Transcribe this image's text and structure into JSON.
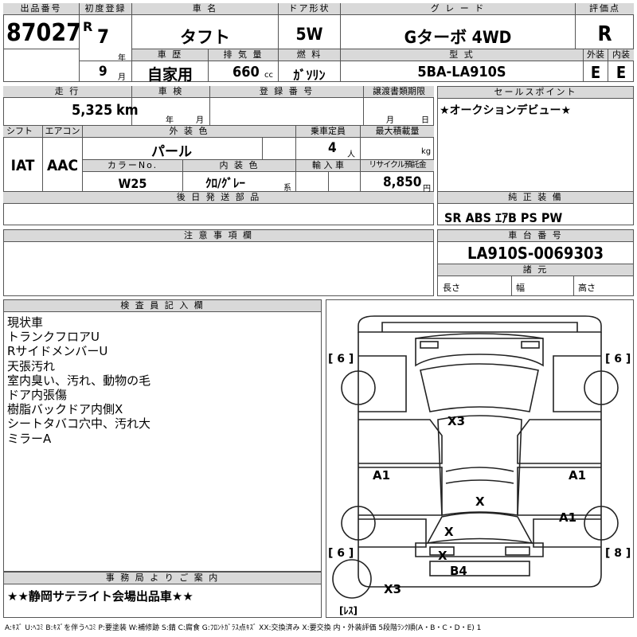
{
  "top": {
    "lot_label": "出品番号",
    "lot_no": "87027",
    "reg_label": "初度登録",
    "era": "R",
    "year": "7",
    "year_unit": "年",
    "month": "9",
    "month_unit": "月",
    "name_label": "車 名",
    "name": "タフト",
    "doors_label": "ドア形状",
    "doors": "5W",
    "grade_label": "グ レ ー ド",
    "grade": "Gターボ 4WD",
    "score_label": "評価点",
    "score": "R",
    "history_label": "車 歴",
    "history": "自家用",
    "disp_label": "排 気 量",
    "disp": "660",
    "disp_unit": "cc",
    "fuel_label": "燃 料",
    "fuel": "ｶﾞｿﾘﾝ",
    "model_label": "型 式",
    "model": "5BA-LA910S",
    "ext_label": "外装",
    "ext": "E",
    "int_label": "内装",
    "int": "E"
  },
  "mid": {
    "mileage_label": "走 行",
    "mileage": "5,325",
    "mileage_unit": "km",
    "inspect_label": "車 検",
    "inspect_y": "年",
    "inspect_m": "月",
    "regno_label": "登 録 番 号",
    "transfer_label": "譲渡書類期限",
    "transfer_m": "月",
    "transfer_d": "日",
    "sales_label": "セールスポイント",
    "sales": "★オークションデビュー★",
    "shift_label": "シフト",
    "shift": "IAT",
    "ac_label": "エアコン",
    "ac": "AAC",
    "color_label": "外 装 色",
    "color": "パール",
    "cap_label": "乗車定員",
    "cap": "4",
    "cap_unit": "人",
    "load_label": "最大積載量",
    "load_unit": "kg",
    "colorno_label": "カラーNo.",
    "colorno": "W25",
    "interior_label": "内 装 色",
    "interior": "ｸﾛ/ｸﾞﾚｰ",
    "interior_unit": "系",
    "import_label": "輸 入 車",
    "recycle_label": "リサイクル預託金",
    "recycle": "8,850",
    "recycle_unit": "円",
    "later_label": "後 日 発 送 部 品",
    "equip_label": "純 正 装 備",
    "equip": "SR ABS ｴｱB PS PW"
  },
  "notes": {
    "label": "注 意 事 項 欄"
  },
  "chassis": {
    "label": "車 台 番 号",
    "value": "LA910S-0069303",
    "spec_label": "諸 元",
    "len": "長さ",
    "wid": "幅",
    "hgt": "高さ"
  },
  "inspector": {
    "label": "検 査 員 記 入 欄",
    "lines": "現状車\nトランクフロアU\nRサイドメンバーU\n天張汚れ\n室内臭い、汚れ、動物の毛\nドア内張傷\n樹脂バックドア内側X\nシートタバコ穴中、汚れ大\nミラーA"
  },
  "office": {
    "label": "事 務 局 よ り ご 案 内",
    "text": "★★静岡サテライト会場出品車★★"
  },
  "diagram": {
    "tire_fl": "[ 6 ]",
    "tire_fr": "[ 6 ]",
    "tire_rl": "[ 6 ]",
    "tire_rr": "[ 8 ]",
    "spare": "[ﾚｽ]",
    "marks": {
      "hood": "X3",
      "left_front": "A1",
      "right_front": "A1",
      "roof": "X",
      "right_rear": "A1",
      "rear_glass": "X",
      "bumper_top": "X",
      "rear_bumper": "B4",
      "left_bottom": "X3"
    }
  },
  "legend": "A:ｷｽﾞ U:ﾍｺﾐ B:ｷｽﾞを伴うﾍｺﾐ P:要塗装 W:補修跡 S:錆 C:腐食 G:ﾌﾛﾝﾄｶﾞﾗｽ点ｷｽﾞ XX:交換済み X:要交換 内・外装評価 5段階ﾗﾝｸ順(A・B・C・D・E) 1"
}
